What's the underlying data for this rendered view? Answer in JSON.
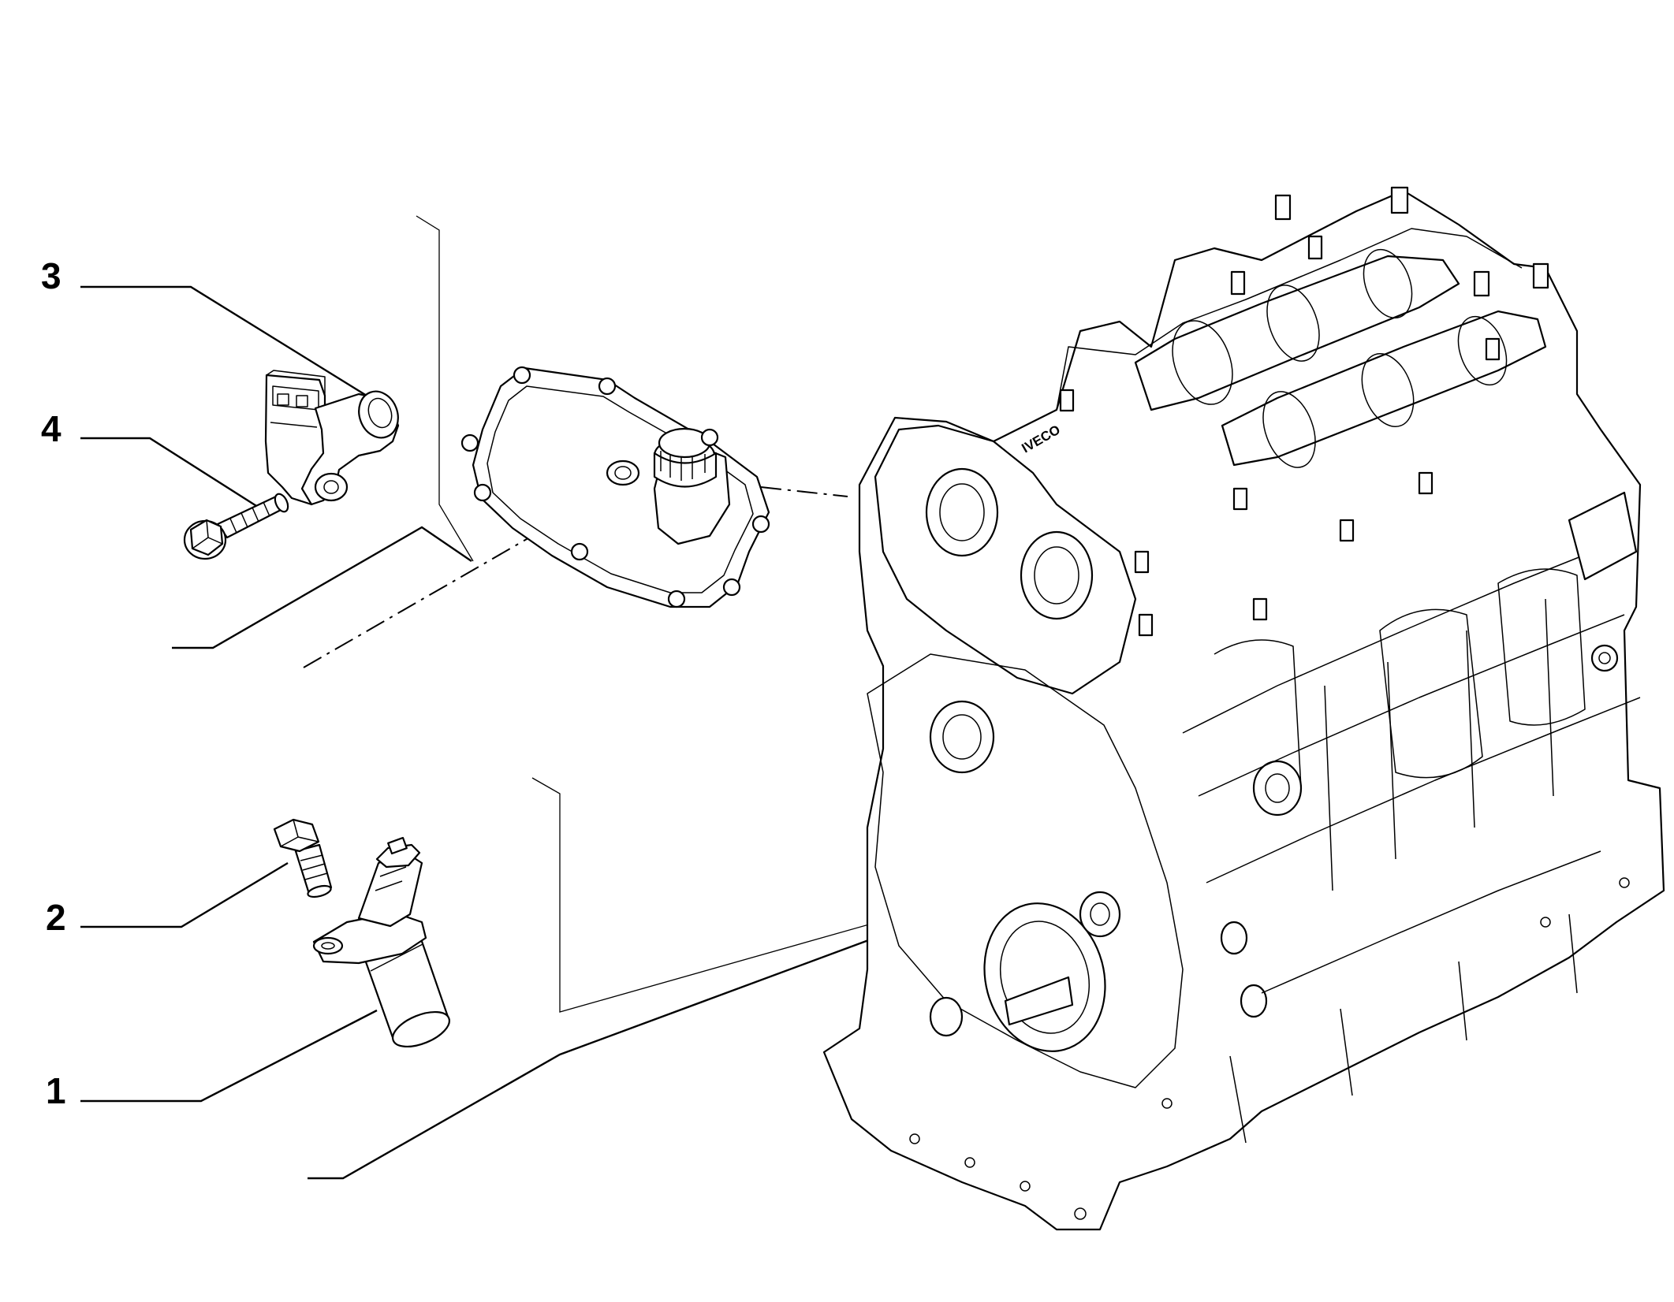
{
  "callouts": [
    {
      "id": "3",
      "label": "3"
    },
    {
      "id": "4",
      "label": "4"
    },
    {
      "id": "2",
      "label": "2"
    },
    {
      "id": "1",
      "label": "1"
    }
  ],
  "engine_brand": "IVECO"
}
